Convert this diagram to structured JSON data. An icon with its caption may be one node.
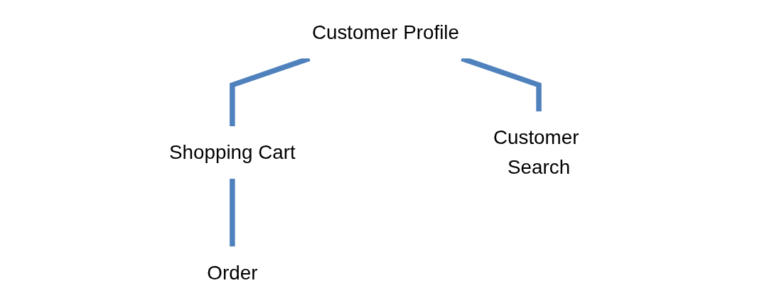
{
  "diagram": {
    "nodes": [
      {
        "text": [
          "Customer Profile"
        ]
      },
      {
        "text": [
          "Shopping Cart"
        ]
      },
      {
        "text": [
          "Customer Search"
        ]
      },
      {
        "text": [
          "Order"
        ]
      }
    ],
    "edges": [
      {
        "from": 0,
        "to": 1,
        "arrow": "none"
      },
      {
        "from": 0,
        "to": 2,
        "arrow": "none"
      },
      {
        "from": 1,
        "to": 3,
        "arrow": "none"
      }
    ]
  }
}
